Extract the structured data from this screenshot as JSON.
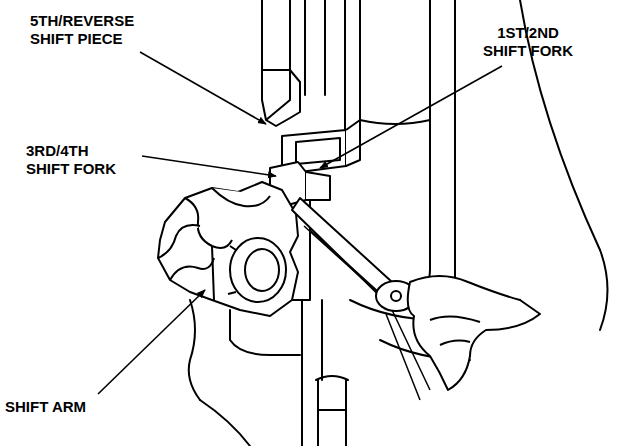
{
  "diagram": {
    "labels": [
      "5TH/REVERSE SHIFT PIECE",
      "1ST/2ND SHIFT FORK",
      "3RD/4TH SHIFT FORK",
      "SHIFT ARM"
    ]
  }
}
